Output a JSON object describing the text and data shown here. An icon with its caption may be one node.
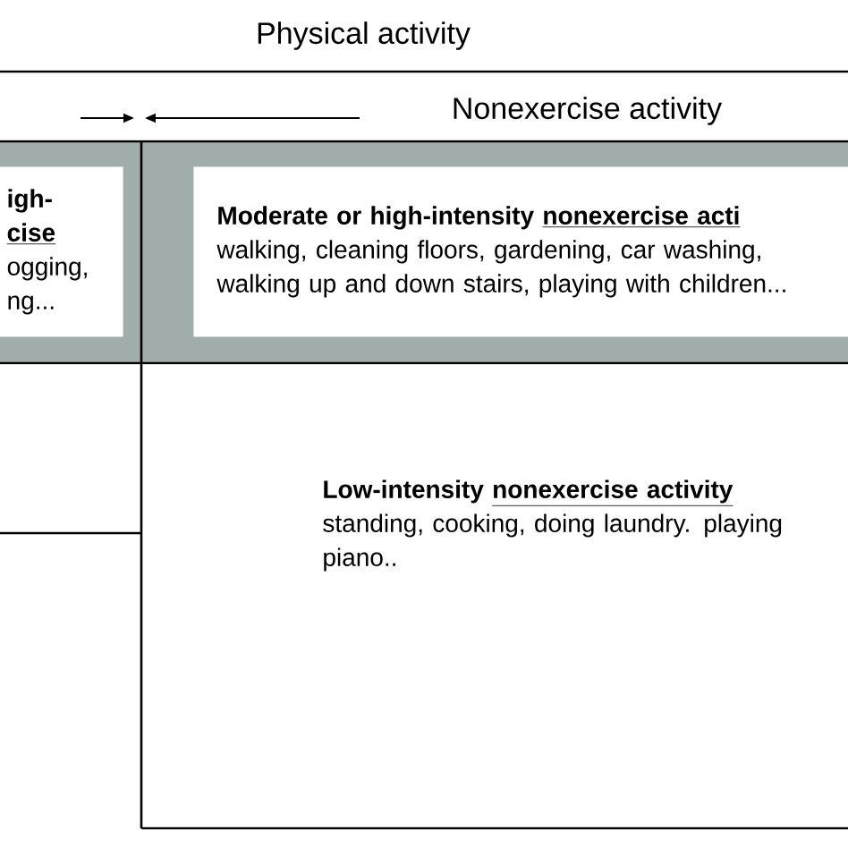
{
  "diagram": {
    "nodes": [
      {
        "text": [
          "igh-",
          "cise",
          "ogging, ng..."
        ]
      },
      {
        "text": [
          "Moderate or high-intensity",
          "nonexercise acti",
          "walking, cleaning floors, gardening, car washing, walking up and down stairs, playing with children..."
        ]
      },
      {
        "text": [
          "Low-intensity",
          "nonexercise activity",
          "standing, cooking, doing laundry. playing piano.."
        ]
      }
    ],
    "labels": [
      "Physical activity",
      "Nonexercise activity"
    ]
  }
}
